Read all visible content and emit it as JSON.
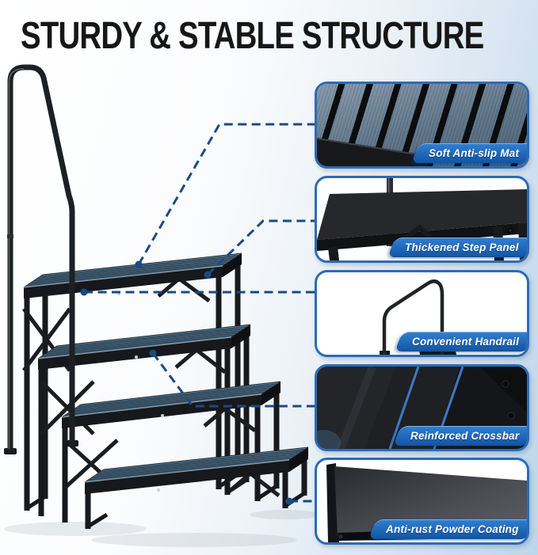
{
  "title": "STURDY & STABLE STRUCTURE",
  "features": [
    {
      "id": "anti-slip-mat",
      "label": "Soft Anti-slip Mat"
    },
    {
      "id": "step-panel",
      "label": "Thickened Step Panel"
    },
    {
      "id": "handrail",
      "label": "Convenient Handrail"
    },
    {
      "id": "crossbar",
      "label": "Reinforced Crossbar"
    },
    {
      "id": "powder-coating",
      "label": "Anti-rust Powder Coating"
    }
  ],
  "colors": {
    "panel_border_blue": "#2b6cb8",
    "banner_blue_top": "#3180d3",
    "banner_blue_bottom": "#1254a2",
    "connector_navy": "#1a4a86",
    "tread_blue_gray": "#5e7f9a",
    "frame_black": "#17191c",
    "background_light_blue": "#bcd6ea"
  }
}
